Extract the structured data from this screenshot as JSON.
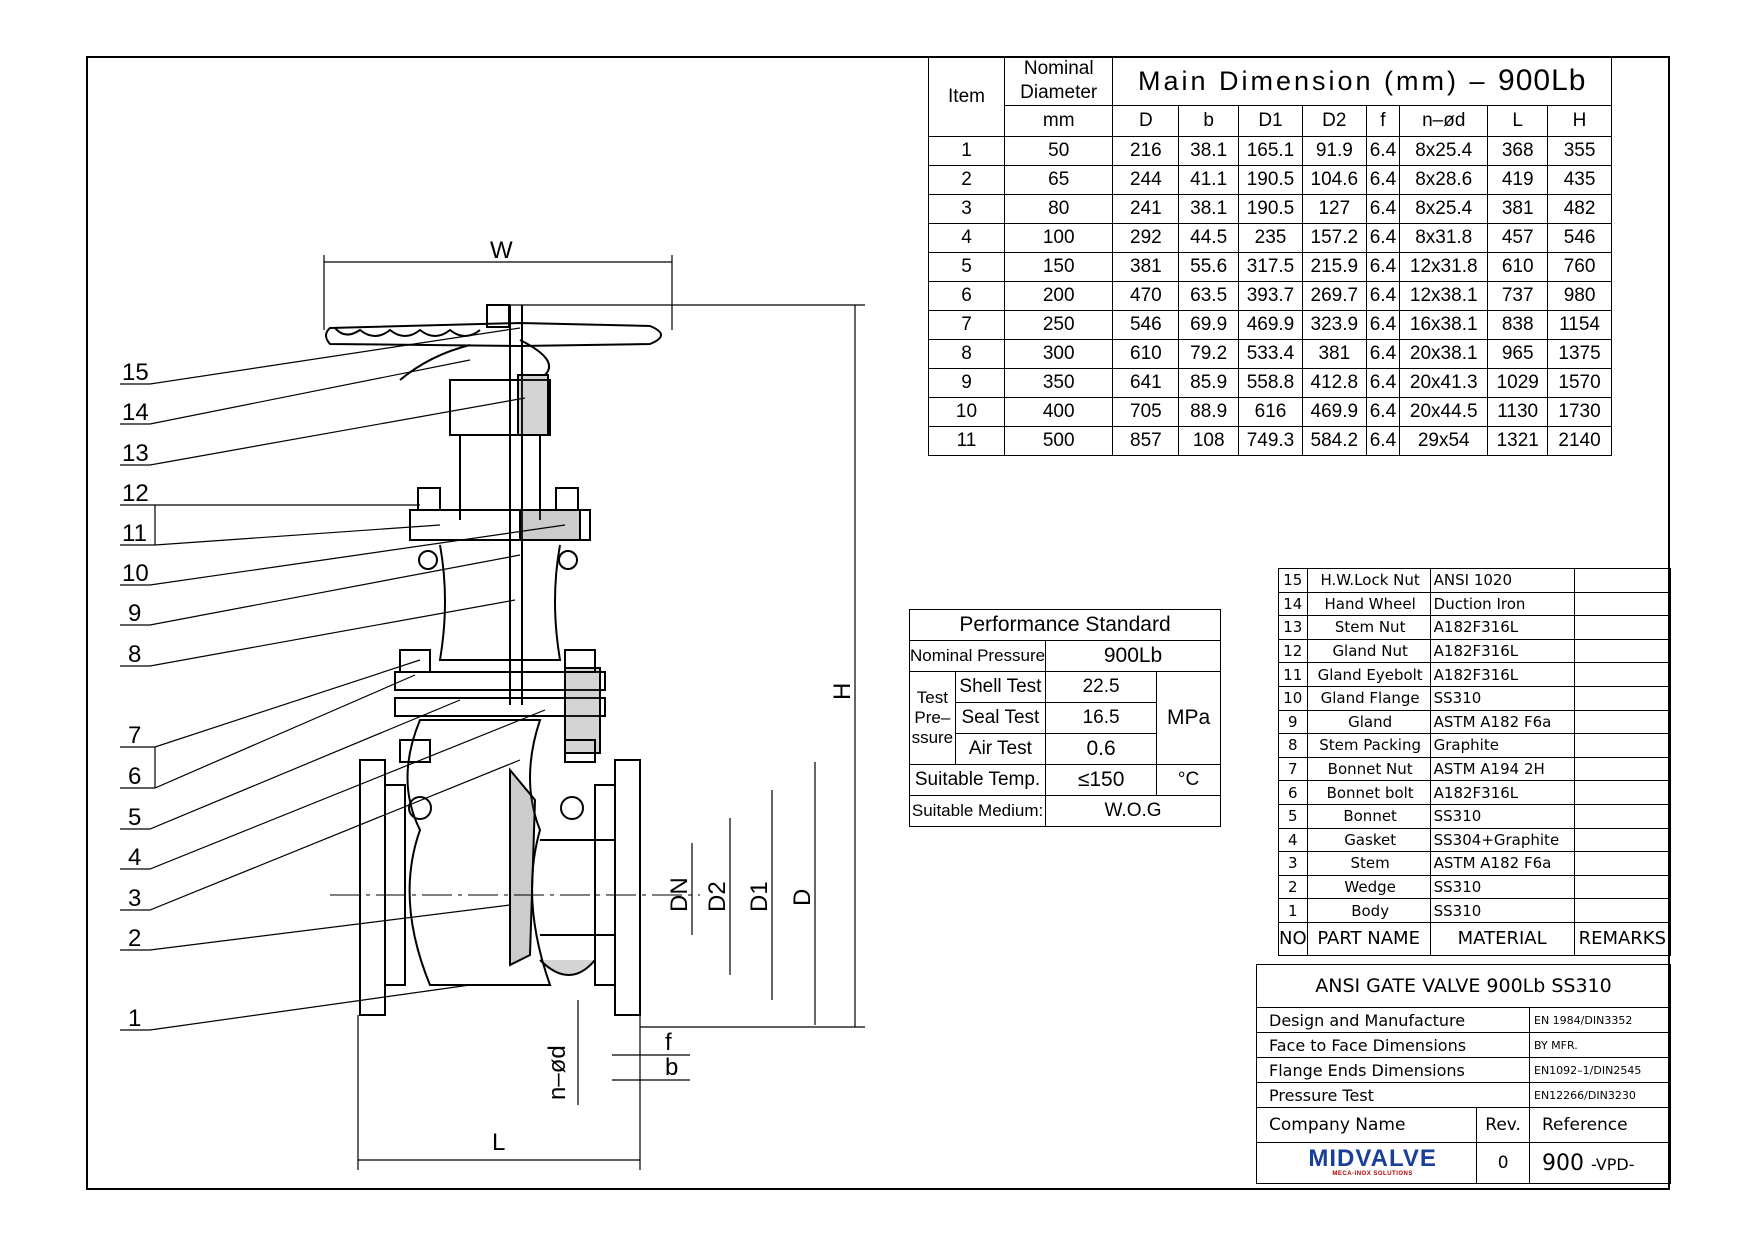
{
  "dimension_table": {
    "caption": "Main Dimension (mm) –",
    "caption_rating": "900Lb",
    "item_header": "Item",
    "nominal_header": "Nominal Diameter",
    "unit_header": "mm",
    "columns": [
      "D",
      "b",
      "D1",
      "D2",
      "f",
      "n–ød",
      "L",
      "H"
    ],
    "rows": [
      [
        "1",
        "50",
        "216",
        "38.1",
        "165.1",
        "91.9",
        "6.4",
        "8x25.4",
        "368",
        "355"
      ],
      [
        "2",
        "65",
        "244",
        "41.1",
        "190.5",
        "104.6",
        "6.4",
        "8x28.6",
        "419",
        "435"
      ],
      [
        "3",
        "80",
        "241",
        "38.1",
        "190.5",
        "127",
        "6.4",
        "8x25.4",
        "381",
        "482"
      ],
      [
        "4",
        "100",
        "292",
        "44.5",
        "235",
        "157.2",
        "6.4",
        "8x31.8",
        "457",
        "546"
      ],
      [
        "5",
        "150",
        "381",
        "55.6",
        "317.5",
        "215.9",
        "6.4",
        "12x31.8",
        "610",
        "760"
      ],
      [
        "6",
        "200",
        "470",
        "63.5",
        "393.7",
        "269.7",
        "6.4",
        "12x38.1",
        "737",
        "980"
      ],
      [
        "7",
        "250",
        "546",
        "69.9",
        "469.9",
        "323.9",
        "6.4",
        "16x38.1",
        "838",
        "1154"
      ],
      [
        "8",
        "300",
        "610",
        "79.2",
        "533.4",
        "381",
        "6.4",
        "20x38.1",
        "965",
        "1375"
      ],
      [
        "9",
        "350",
        "641",
        "85.9",
        "558.8",
        "412.8",
        "6.4",
        "20x41.3",
        "1029",
        "1570"
      ],
      [
        "10",
        "400",
        "705",
        "88.9",
        "616",
        "469.9",
        "6.4",
        "20x44.5",
        "1130",
        "1730"
      ],
      [
        "11",
        "500",
        "857",
        "108",
        "749.3",
        "584.2",
        "6.4",
        "29x54",
        "1321",
        "2140"
      ]
    ]
  },
  "performance": {
    "title": "Performance Standard",
    "nominal_pressure_label": "Nominal Pressure",
    "nominal_pressure_value": "900Lb",
    "test_pressure_label": "Test Pre– ssure",
    "shell_test_label": "Shell Test",
    "shell_test_value": "22.5",
    "seal_test_label": "Seal Test",
    "seal_test_value": "16.5",
    "air_test_label": "Air Test",
    "air_test_value": "0.6",
    "pressure_unit": "MPa",
    "temp_label": "Suitable Temp.",
    "temp_value": "≤150",
    "temp_unit": "°C",
    "medium_label": "Suitable Medium:",
    "medium_value": "W.O.G"
  },
  "parts": [
    {
      "no": "15",
      "name": "H.W.Lock Nut",
      "material": "ANSI 1020"
    },
    {
      "no": "14",
      "name": "Hand Wheel",
      "material": "Duction Iron"
    },
    {
      "no": "13",
      "name": "Stem Nut",
      "material": "A182F316L"
    },
    {
      "no": "12",
      "name": "Gland Nut",
      "material": "A182F316L"
    },
    {
      "no": "11",
      "name": "Gland Eyebolt",
      "material": "A182F316L"
    },
    {
      "no": "10",
      "name": "Gland Flange",
      "material": "SS310"
    },
    {
      "no": "9",
      "name": "Gland",
      "material": "ASTM A182 F6a"
    },
    {
      "no": "8",
      "name": "Stem Packing",
      "material": "Graphite"
    },
    {
      "no": "7",
      "name": "Bonnet Nut",
      "material": "ASTM A194 2H"
    },
    {
      "no": "6",
      "name": "Bonnet bolt",
      "material": "A182F316L"
    },
    {
      "no": "5",
      "name": "Bonnet",
      "material": "SS310"
    },
    {
      "no": "4",
      "name": "Gasket",
      "material": "SS304+Graphite"
    },
    {
      "no": "3",
      "name": "Stem",
      "material": "ASTM A182 F6a"
    },
    {
      "no": "2",
      "name": "Wedge",
      "material": "SS310"
    },
    {
      "no": "1",
      "name": "Body",
      "material": "SS310"
    }
  ],
  "parts_header": {
    "no": "NO",
    "name": "PART NAME",
    "material": "MATERIAL",
    "remarks": "REMARKS"
  },
  "title_block": {
    "title": "ANSI GATE VALVE 900Lb SS310",
    "design_label": "Design and Manufacture",
    "design_std": "EN 1984/DIN3352",
    "face_label": "Face to Face Dimensions",
    "face_std": "BY MFR.",
    "flange_label": "Flange Ends Dimensions",
    "flange_std": "EN1092–1/DIN2545",
    "pressure_label": "Pressure Test",
    "pressure_std": "EN12266/DIN3230",
    "company_label": "Company Name",
    "rev_label": "Rev.",
    "reference_label": "Reference",
    "company_logo": "MIDVALVE",
    "company_tagline": "MECA-INOX SOLUTIONS",
    "rev_value": "0",
    "reference_value_main": "900",
    "reference_value_suffix": "-VPD-"
  },
  "drawing": {
    "callouts": [
      "15",
      "14",
      "13",
      "12",
      "11",
      "10",
      "9",
      "8",
      "7",
      "6",
      "5",
      "4",
      "3",
      "2",
      "1"
    ],
    "dim_labels": {
      "W": "W",
      "H": "H",
      "L": "L",
      "D": "D",
      "D1": "D1",
      "D2": "D2",
      "DN": "DN",
      "f": "f",
      "b": "b",
      "nd": "n–ød"
    }
  }
}
